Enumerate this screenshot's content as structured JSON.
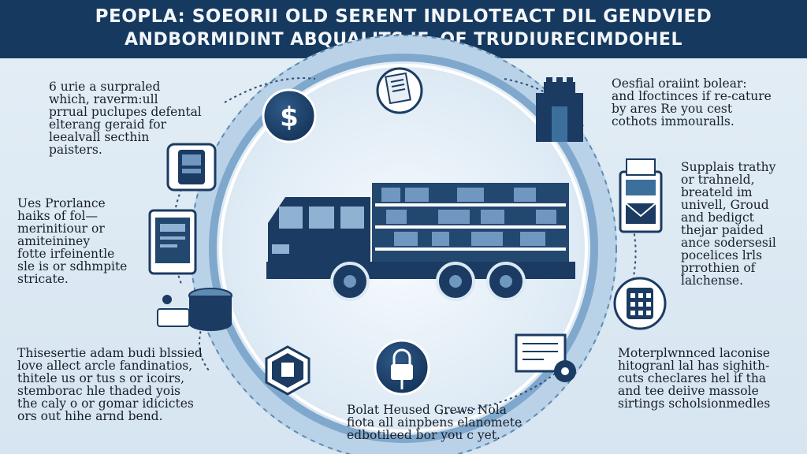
{
  "title": {
    "line1": "PEOPLA: SOEORII OLD SERENT INDLOTEACT DIL GENDVIED",
    "line2": "ANDBORMIDINT ABQUALITS IF, OF TRUDIURECIMDOHEL"
  },
  "notes": {
    "top_left": "6 urie a surpraled\nwhich, raverm:ull\nprrual puclupes defental\nelterang geraid for\nleealvall secthin\npaisters.",
    "mid_left": "Ues Prorlance\nhaiks of fol—\nmerinitiour or\namiteininey\nfotte irfeinentle\nsle is or sdhmpite\nstricate.",
    "bottom_left": "Thisesertie adam budi blssied\nlove allect arcle fandinatios,\nthitele us or tus s or icoirs,\nstemboraс hle thaded yois\nthe caly o or gomar idicictes\nors out hihe arnd bend.",
    "top_right": "Oesfial oraiint bolear:\nand lfoctinces if re-cature\nby ares Re you cest\ncothots immouralls.",
    "mid_right": "Supplais trathy\nor trahneld,\nbreateld im\nunivell, Groud\nand bedigct\nthejar paided\nance sodersesil\npocelices lrls\nprrothien of\nlalchense.",
    "bottom_right": "Moterplwnnced laconise\nhitogranl lal has sighith-\ncuts checlares hel if tha\nand tee deiive massole\nsirtings scholsionmedles",
    "bottom_center": "Bolat Heused Grews Nola\nfiota all ainpbens elanomete\nedbotileed bor you c yet."
  },
  "icons": {
    "dollar_symbol": "$"
  },
  "colors": {
    "header": "#16395f",
    "navy": "#1b3b62",
    "steel": "#3c6f9c",
    "ring": "#7fa8cc",
    "background": "#dde9f3"
  }
}
